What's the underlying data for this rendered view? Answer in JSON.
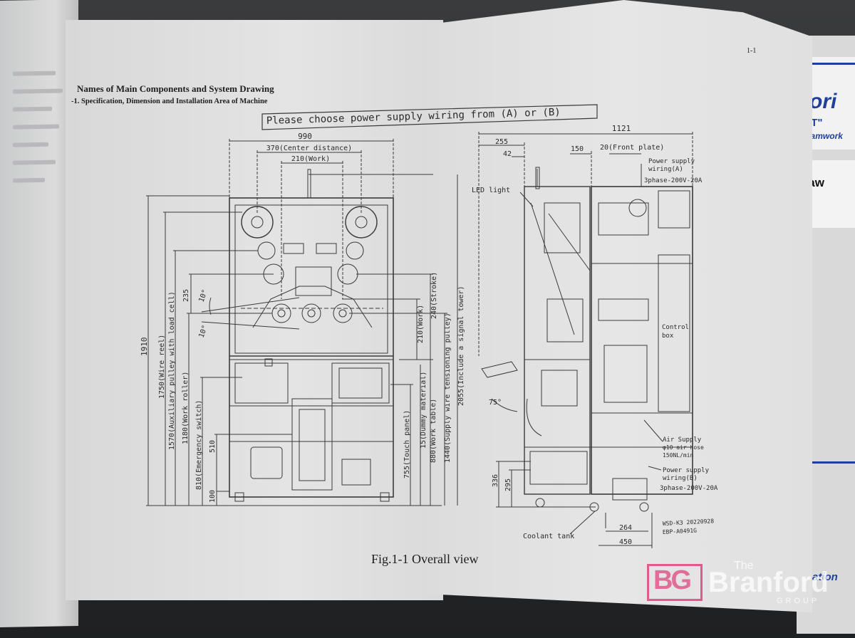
{
  "document": {
    "page_number": "1-1",
    "heading": "Names of Main Components and System Drawing",
    "subheading": "-1.  Specification, Dimension and Installation Area of Machine",
    "caption": "Fig.1-1 Overall view"
  },
  "front_view": {
    "banner": "Please choose power supply wiring from (A) or (B)",
    "width_total": "990",
    "center_distance": "370(Center distance)",
    "work_width": "210(Work)",
    "height_total": "1910",
    "wire_reel": "1750(Wire reel)",
    "aux_pulley": "1570(Auxiliary pulley with load cell)",
    "work_roller": "1180(Work roller)",
    "emergency_switch": "810(Emergency switch)",
    "dim_510": "510",
    "dim_100": "100",
    "dim_235": "235",
    "angle_upper": "10°",
    "angle_lower": "10°",
    "stroke": "240(Stroke)",
    "work_height": "210(Work)",
    "signal_tower": "2055(Include a signal tower)",
    "tension_pulley": "1440(Supply wire tensioning pulley)",
    "work_table": "880(Work table)",
    "dummy_material": "15(Dummy material)",
    "touch_panel": "755(Touch panel)"
  },
  "side_view": {
    "depth_total": "1121",
    "dim_255": "255",
    "dim_42": "42",
    "dim_150": "150",
    "front_plate": "20(Front plate)",
    "power_wiring_a_line1": "Power supply",
    "power_wiring_a_line2": "wiring(A)",
    "power_wiring_a_spec": "3phase-200V-20A",
    "led_light": "LED light",
    "control_box_line1": "Control",
    "control_box_line2": "box",
    "angle_75": "75°",
    "air_supply_line1": "Air Supply",
    "air_supply_line2": "φ10 air hose",
    "air_supply_line3": "150NL/min",
    "power_wiring_b_line1": "Power supply",
    "power_wiring_b_line2": "wiring(B)",
    "power_wiring_b_spec": "3phase-200V-20A",
    "dim_336": "336",
    "dim_295": "295",
    "coolant_tank": "Coolant tank",
    "dim_264": "264",
    "dim_450": "450",
    "drawing_no_line1": "WSD-K3 20220928",
    "drawing_no_line2": "EBP-A0491G"
  },
  "right_card": {
    "brand_fragment": "tori",
    "tagline_fragment": "f \"T\"",
    "teamwork": "Teamwork",
    "product_fragment": "re saw",
    "bottom_fragment": "ation"
  },
  "watermark": {
    "monogram": "BG",
    "the": "The",
    "name": "Branford",
    "group": "GROUP"
  },
  "colors": {
    "paper": "#e4e4e4",
    "ink": "#2a2a2a",
    "brand_blue": "#1f3f9a",
    "watermark_pink": "#e05a8c"
  }
}
